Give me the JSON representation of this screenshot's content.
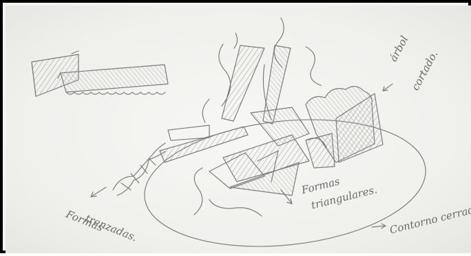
{
  "annotations": {
    "arbol_line1": "árbol",
    "arbol_line2": "cortado.",
    "formas_trenzadas_line1": "Formas",
    "formas_trenzadas_line2": "trenzadas.",
    "formas_triangulares_line1": "Formas",
    "formas_triangulares_line2": "triangulares.",
    "contorno": "Contorno cerrado."
  }
}
